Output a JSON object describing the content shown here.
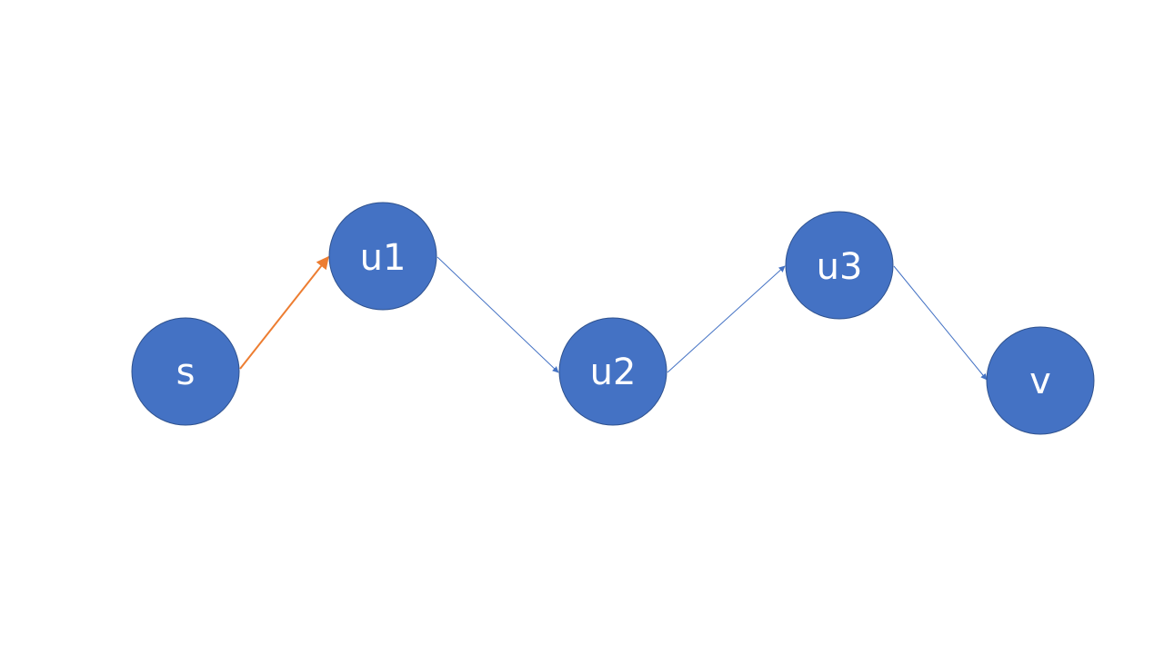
{
  "colors": {
    "node_fill": "#4472c4",
    "node_stroke": "#2f528f",
    "edge_default": "#4472c4",
    "edge_highlight": "#ed7d31",
    "label": "#ffffff"
  },
  "nodes": [
    {
      "id": "s",
      "label": "s"
    },
    {
      "id": "u1",
      "label": "u1"
    },
    {
      "id": "u2",
      "label": "u2"
    },
    {
      "id": "u3",
      "label": "u3"
    },
    {
      "id": "v",
      "label": "v"
    }
  ],
  "edges": [
    {
      "from": "s",
      "to": "u1",
      "highlighted": true
    },
    {
      "from": "u1",
      "to": "u2",
      "highlighted": false
    },
    {
      "from": "u2",
      "to": "u3",
      "highlighted": false
    },
    {
      "from": "u3",
      "to": "v",
      "highlighted": false
    }
  ]
}
